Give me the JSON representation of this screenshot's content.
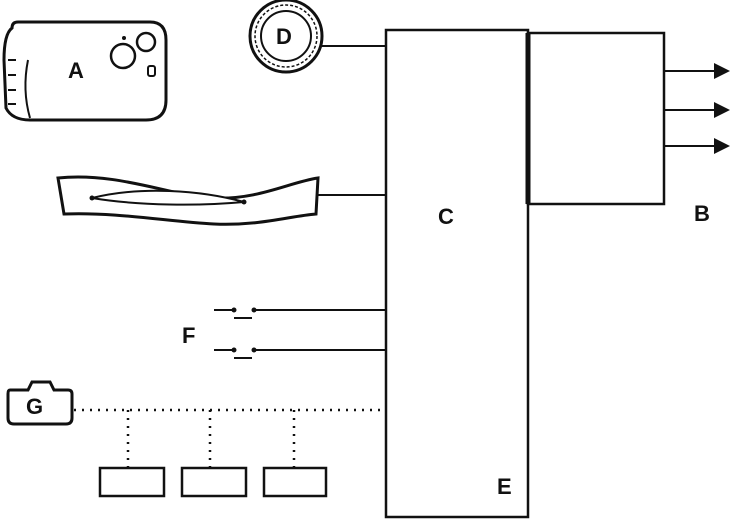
{
  "labels": {
    "a": "A",
    "b": "B",
    "c": "C",
    "d": "D",
    "e": "E",
    "f": "F",
    "g": "G"
  },
  "colors": {
    "ink": "#111111",
    "paper": "#ffffff"
  },
  "icons": {
    "a": "car-key-fob-icon",
    "d": "round-sensor-icon",
    "g": "camera-module-icon",
    "f": "switch-pair-icon"
  }
}
